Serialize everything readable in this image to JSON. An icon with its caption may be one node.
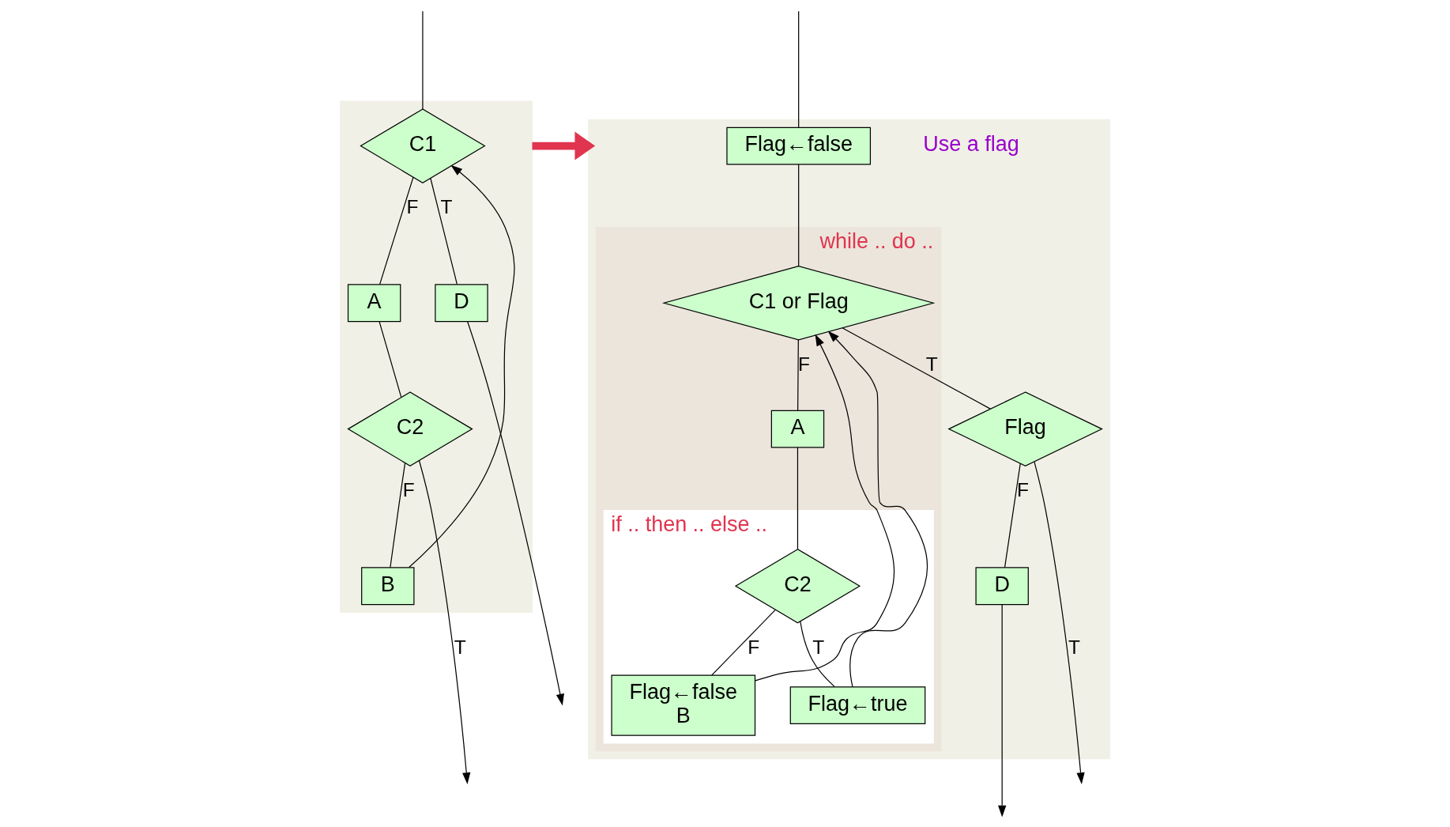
{
  "diagram": {
    "nodes": [
      {
        "text": [],
        "shape": "box"
      },
      {
        "text": [
          "C1"
        ],
        "in": 0
      },
      {
        "text": [
          "A"
        ],
        "in": 0
      },
      {
        "text": [
          "D"
        ],
        "in": 0
      },
      {
        "text": [
          "C2"
        ],
        "in": 0
      },
      {
        "text": [
          "B"
        ],
        "in": 0
      },
      {
        "text": [],
        "shape": "box"
      },
      {
        "text": [
          "Flag←false"
        ],
        "in": 6,
        "beside": [
          "Use a flag"
        ]
      },
      {
        "text": [
          "while .. do .."
        ],
        "in": 6
      },
      {
        "text": [
          "C1 or Flag"
        ],
        "in": 8
      },
      {
        "text": [
          "A"
        ],
        "in": 8
      },
      {
        "text": [
          "if .. then .. else .."
        ],
        "in": 8
      },
      {
        "text": [
          "C2"
        ],
        "in": 11
      },
      {
        "text": [
          "Flag←false",
          "B"
        ],
        "in": 11
      },
      {
        "text": [
          "Flag←true"
        ],
        "in": 11
      },
      {
        "text": [
          "Flag"
        ],
        "in": 6
      },
      {
        "text": [
          "D"
        ],
        "in": 6
      }
    ],
    "edges": [
      {
        "from": null,
        "to": 1,
        "arrow": "none"
      },
      {
        "from": 1,
        "to": 2,
        "arrow": "none",
        "label": "F"
      },
      {
        "from": 1,
        "to": 3,
        "arrow": "none",
        "label": "T"
      },
      {
        "from": 2,
        "to": 4,
        "arrow": "none"
      },
      {
        "from": 4,
        "to": 5,
        "arrow": "none",
        "label": "F"
      },
      {
        "from": 5,
        "to": 1,
        "arrow": "to"
      },
      {
        "from": 3,
        "to": null,
        "arrow": "to"
      },
      {
        "from": 4,
        "to": null,
        "arrow": "to",
        "label": "T"
      },
      {
        "from": 0,
        "to": 6,
        "arrow": "to",
        "style": "thick",
        "color": "#e0344f"
      },
      {
        "from": null,
        "to": 7,
        "arrow": "none"
      },
      {
        "from": 7,
        "to": 9,
        "arrow": "none"
      },
      {
        "from": 9,
        "to": 10,
        "arrow": "none",
        "label": "F"
      },
      {
        "from": 9,
        "to": 15,
        "arrow": "none",
        "label": "T"
      },
      {
        "from": 10,
        "to": 12,
        "arrow": "none"
      },
      {
        "from": 12,
        "to": 13,
        "arrow": "none",
        "label": "F"
      },
      {
        "from": 12,
        "to": 14,
        "arrow": "none",
        "label": "T"
      },
      {
        "from": 13,
        "to": 9,
        "arrow": "to"
      },
      {
        "from": 14,
        "to": 9,
        "arrow": "to"
      },
      {
        "from": 15,
        "to": 16,
        "arrow": "none",
        "label": "F"
      },
      {
        "from": 15,
        "to": null,
        "arrow": "to",
        "label": "T"
      },
      {
        "from": 16,
        "to": null,
        "arrow": "to"
      }
    ]
  }
}
